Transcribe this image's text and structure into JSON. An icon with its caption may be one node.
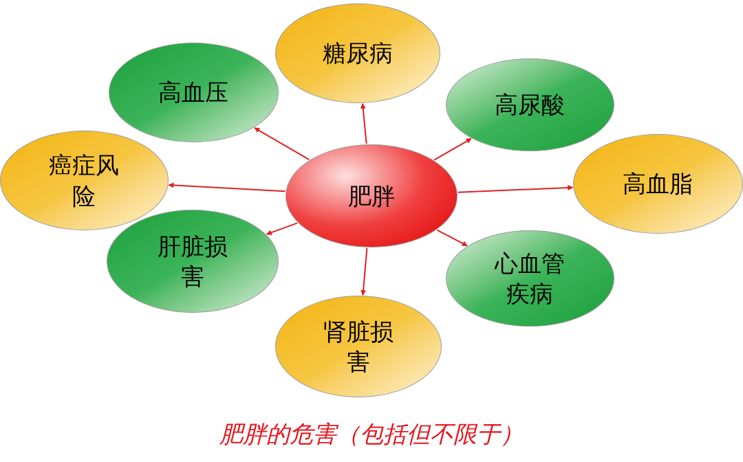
{
  "diagram": {
    "caption": "肥胖的危害（包括但不限于）",
    "nodes": [
      {
        "text": [
          "肥胖"
        ]
      },
      {
        "text": [
          "糖尿病"
        ]
      },
      {
        "text": [
          "高血压"
        ]
      },
      {
        "text": [
          "高尿酸"
        ]
      },
      {
        "text": [
          "癌症风险"
        ]
      },
      {
        "text": [
          "高血脂"
        ]
      },
      {
        "text": [
          "肝脏损害"
        ]
      },
      {
        "text": [
          "心血管疾病"
        ]
      },
      {
        "text": [
          "肾脏损害"
        ]
      }
    ],
    "edges": [
      {
        "from": 0,
        "to": 1,
        "arrow": "to"
      },
      {
        "from": 0,
        "to": 2,
        "arrow": "to"
      },
      {
        "from": 0,
        "to": 3,
        "arrow": "to"
      },
      {
        "from": 0,
        "to": 4,
        "arrow": "to"
      },
      {
        "from": 0,
        "to": 5,
        "arrow": "to"
      },
      {
        "from": 0,
        "to": 6,
        "arrow": "to"
      },
      {
        "from": 0,
        "to": 7,
        "arrow": "to"
      },
      {
        "from": 0,
        "to": 8,
        "arrow": "to"
      }
    ]
  }
}
